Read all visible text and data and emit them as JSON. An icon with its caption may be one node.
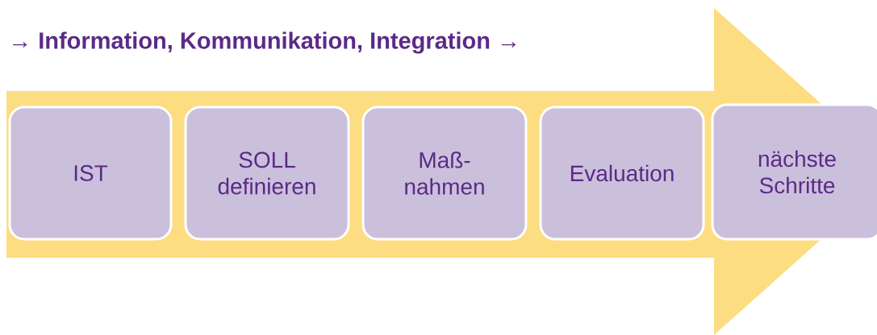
{
  "diagram": {
    "title": "→ Information, Kommunikation, Integration →",
    "nodes": [
      {
        "text": [
          "IST"
        ]
      },
      {
        "text": [
          "SOLL definieren"
        ]
      },
      {
        "text": [
          "Maß- nahmen"
        ]
      },
      {
        "text": [
          "Evaluation"
        ]
      },
      {
        "text": [
          "nächste Schritte"
        ]
      }
    ],
    "edges": [
      {
        "from": 0,
        "to": 4,
        "arrow": "to"
      }
    ]
  }
}
